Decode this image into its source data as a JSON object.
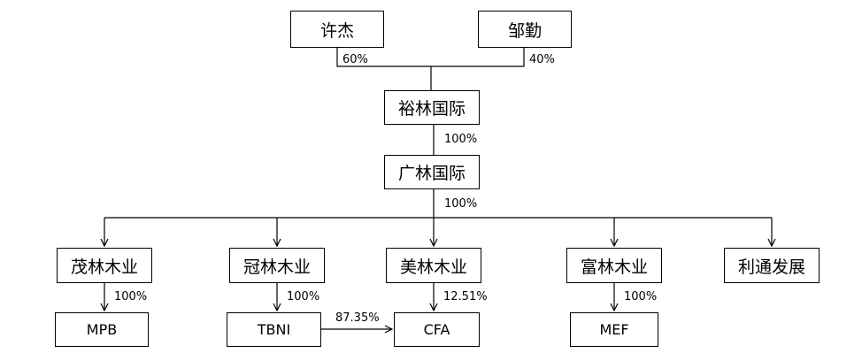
{
  "nodes": {
    "xu_jie": "许杰",
    "zou_qin": "邹勤",
    "yulin": "裕林国际",
    "guanglin": "广林国际",
    "maolin": "茂林木业",
    "guanlin": "冠林木业",
    "meilin": "美林木业",
    "fulin": "富林木业",
    "litong": "利通发展",
    "mpb": "MPB",
    "tbni": "TBNI",
    "cfa": "CFA",
    "mef": "MEF"
  },
  "percentages": {
    "xu_jie_to_yulin": "60%",
    "zou_qin_to_yulin": "40%",
    "yulin_to_guanglin": "100%",
    "guanglin_to_subs": "100%",
    "maolin_to_mpb": "100%",
    "guanlin_to_tbni": "100%",
    "tbni_to_cfa": "87.35%",
    "meilin_to_cfa": "12.51%",
    "fulin_to_mef": "100%"
  }
}
